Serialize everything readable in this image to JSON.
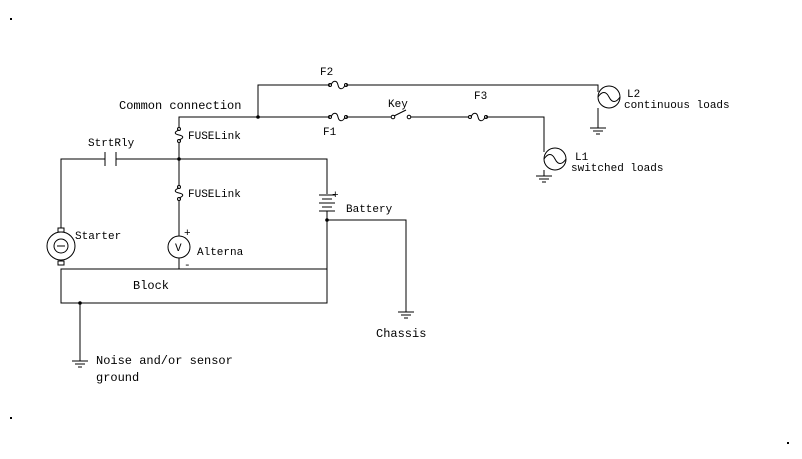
{
  "labels": {
    "common_connection": "Common connection",
    "f2": "F2",
    "f1": "F1",
    "key": "Key",
    "f3": "F3",
    "l2_name": "L2",
    "l2_desc": "continuous loads",
    "l1_name": "L1",
    "l1_desc": "switched loads",
    "fuselink_top": "FUSELink",
    "fuselink_mid": "FUSELink",
    "strtrly": "StrtRly",
    "starter": "Starter",
    "battery": "Battery",
    "battery_plus": "+",
    "alterna": "Alterna",
    "alt_plus": "+",
    "alt_minus": "-",
    "block": "Block",
    "chassis": "Chassis",
    "noise_line1": "Noise and/or sensor",
    "noise_line2": "ground"
  },
  "symbols": {
    "voltmeter_letter": "V"
  }
}
